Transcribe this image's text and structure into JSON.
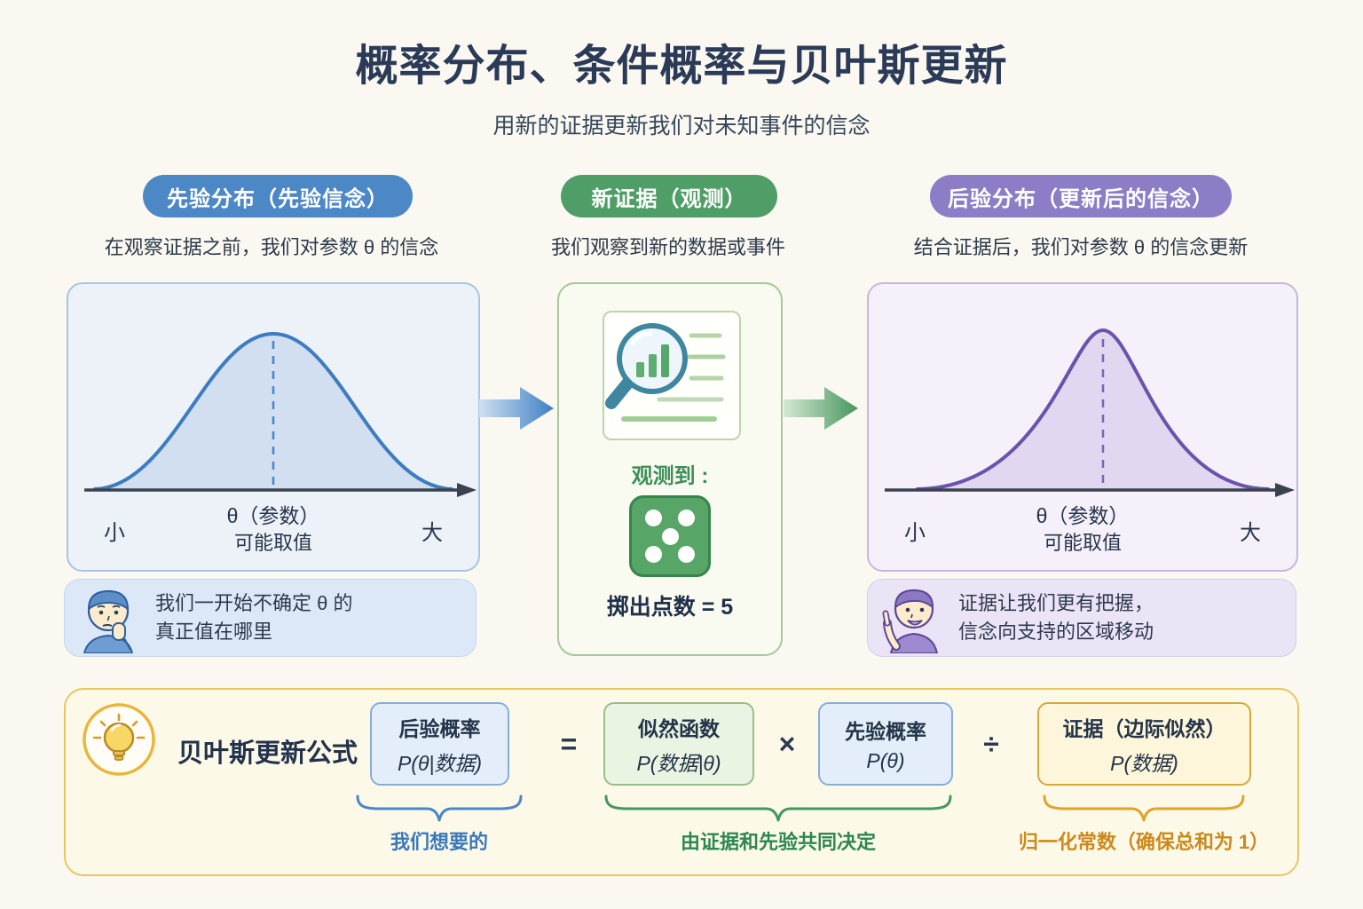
{
  "header": {
    "title": "概率分布、条件概率与贝叶斯更新",
    "subtitle": "用新的证据更新我们对未知事件的信念"
  },
  "prior": {
    "pill": "先验分布（先验信念）",
    "desc": "在观察证据之前，我们对参数 θ 的信念",
    "axis": {
      "title": "θ（参数）",
      "subtitle": "可能取值",
      "min": "小",
      "max": "大"
    },
    "note": [
      "我们一开始不确定 θ 的",
      "真正值在哪里"
    ],
    "curve": "wide-bell"
  },
  "evidence": {
    "pill": "新证据（观测）",
    "desc": "我们观察到新的数据或事件",
    "observed_label": "观测到 :",
    "dice_value": 5,
    "result": "掷出点数 = 5"
  },
  "posterior": {
    "pill": "后验分布（更新后的信念）",
    "desc": "结合证据后，我们对参数 θ 的信念更新",
    "axis": {
      "title": "θ（参数）",
      "subtitle": "可能取值",
      "min": "小",
      "max": "大"
    },
    "note": [
      "证据让我们更有把握，",
      "信念向支持的区域移动"
    ],
    "curve": "narrow-bell"
  },
  "formula": {
    "heading": "贝叶斯更新公式",
    "equals": "=",
    "times": "×",
    "divide": "÷",
    "boxes": [
      {
        "title": "后验概率",
        "expr": "P(θ|数据)"
      },
      {
        "title": "似然函数",
        "expr": "P(数据|θ)"
      },
      {
        "title": "先验概率",
        "expr": "P(θ)"
      },
      {
        "title": "证据（边际似然）",
        "expr": "P(数据)"
      }
    ],
    "captions": [
      "我们想要的",
      "由证据和先验共同决定",
      "归一化常数（确保总和为 1）"
    ]
  },
  "icons": {
    "lightbulb": "lightbulb-icon",
    "magnifier_doc": "magnifier-chart-document-icon",
    "dice": "dice-five-icon",
    "thinking_person": "thinking-person-icon",
    "pointing_person": "pointing-person-icon",
    "flow_arrows": "flow-arrow-icon"
  },
  "colors": {
    "prior_accent": "#4c87c6",
    "evidence_accent": "#4f9e67",
    "posterior_accent": "#8c7dc6",
    "formula_gold": "#e6c85f",
    "title_navy": "#2b3b57"
  }
}
